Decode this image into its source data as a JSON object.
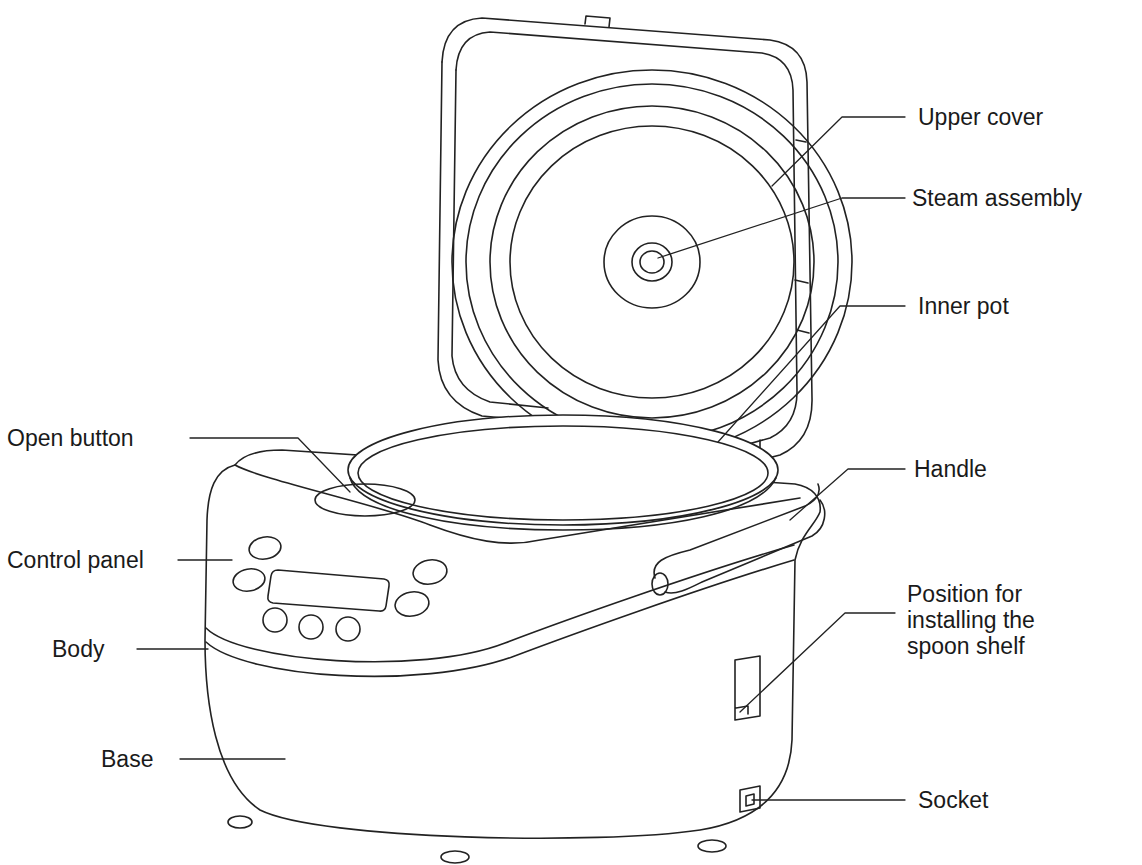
{
  "diagram": {
    "labels": [
      "Upper cover",
      "Steam assembly",
      "Inner pot",
      "Open button",
      "Handle",
      "Control panel",
      "Position for installing the spoon shelf",
      "Body",
      "Base",
      "Socket"
    ]
  }
}
